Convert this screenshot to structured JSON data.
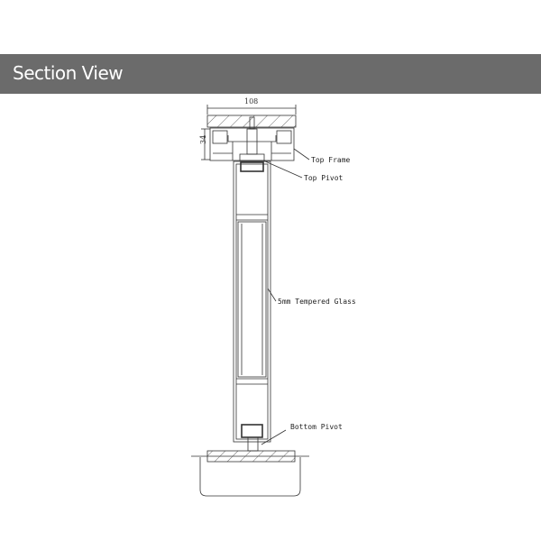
{
  "header": {
    "title": "Section View"
  },
  "drawing": {
    "dimensions": {
      "width": "108",
      "height": "34"
    },
    "labels": {
      "top_frame": "Top Frame",
      "top_pivot": "Top Pivot",
      "glass": "5mm Tempered Glass",
      "bottom_pivot": "Bottom Pivot"
    }
  },
  "colors": {
    "header_bg": "#6b6b6b",
    "line": "#333333"
  }
}
